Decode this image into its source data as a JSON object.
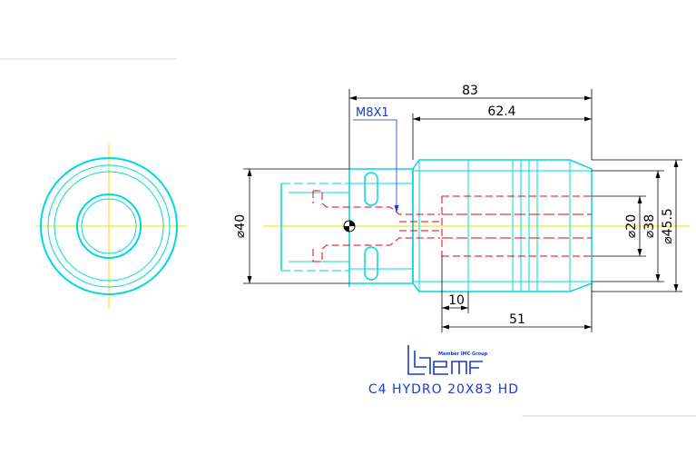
{
  "drawing": {
    "part_name": "C4 HYDRO 20X83 HD",
    "logo_tagline": "Member IMC Group",
    "thread_callout": "M8X1",
    "dimensions": {
      "overall_length": "83",
      "body_length": "62.4",
      "bore_depth": "51",
      "step_length": "10",
      "shank_diameter": "⌀40",
      "bore_diameter": "⌀20",
      "inner_diameter": "⌀38",
      "outer_diameter": "⌀45.5"
    },
    "colors": {
      "outline": "#00d8e0",
      "hidden": "#e8000a",
      "center": "#e8e000",
      "dimension": "#000000",
      "callout": "#1a3bd0",
      "logo": "#1a3bd0"
    }
  }
}
